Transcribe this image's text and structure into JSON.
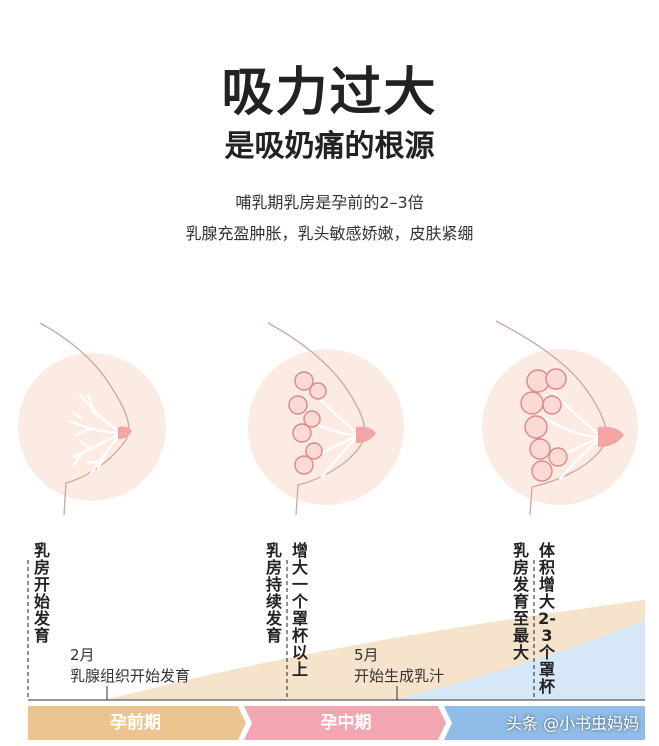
{
  "header": {
    "title": "吸力过大",
    "subtitle": "是吸奶痛的根源",
    "desc_line1": "哺乳期乳房是孕前的2–3倍",
    "desc_line2": "乳腺充盈肿胀，乳头敏感娇嫩，皮肤紧绷"
  },
  "timeline": {
    "label_start": "乳房开始发育",
    "label_mid_a": "乳房持续发育",
    "label_mid_b": "增大一个罩杯以上",
    "label_end_a": "乳房发育至最大",
    "label_end_b": "体积增大2-3个罩杯",
    "month2_title": "2月",
    "month2_desc": "乳腺组织开始发育",
    "month5_title": "5月",
    "month5_desc": "开始生成乳汁"
  },
  "phases": {
    "pre": "孕前期",
    "mid": "孕中期"
  },
  "watermark": "头条 @小书虫妈妈",
  "colors": {
    "beige": "#f5e3cc",
    "pink": "#f4b9c3",
    "blue": "#a9cdee",
    "skin": "#fcebe2"
  }
}
